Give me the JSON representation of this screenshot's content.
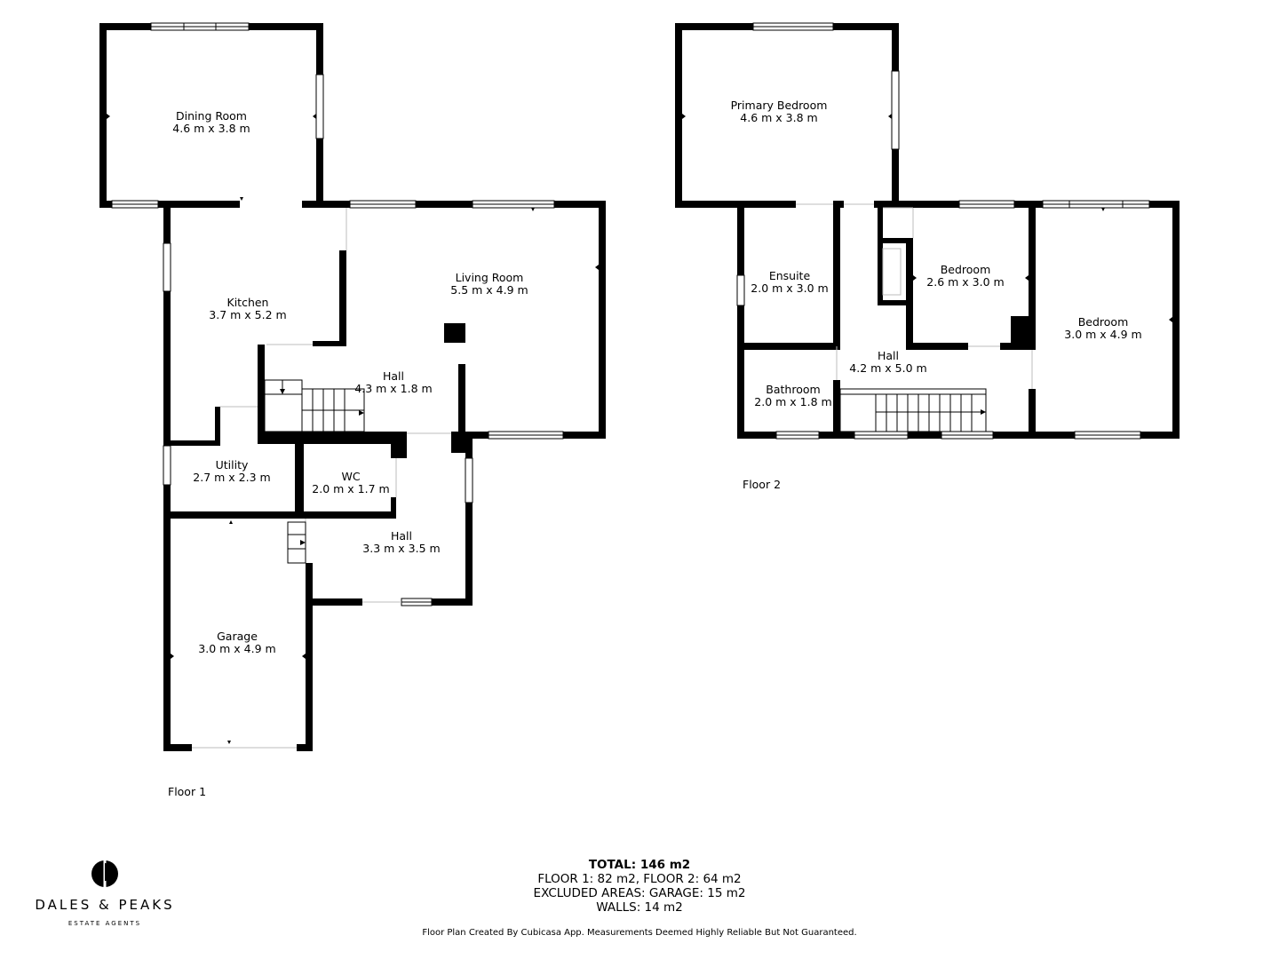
{
  "floors": [
    {
      "label": "Floor 1",
      "rooms": [
        {
          "name": "Dining Room",
          "size": "4.6 m x 3.8 m"
        },
        {
          "name": "Kitchen",
          "size": "3.7 m x 5.2 m"
        },
        {
          "name": "Living Room",
          "size": "5.5 m x 4.9 m"
        },
        {
          "name": "Hall",
          "size": "4.3 m x 1.8 m"
        },
        {
          "name": "Utility",
          "size": "2.7 m x 2.3 m"
        },
        {
          "name": "WC",
          "size": "2.0 m x 1.7 m"
        },
        {
          "name": "Hall",
          "size": "3.3 m x 3.5 m"
        },
        {
          "name": "Garage",
          "size": "3.0 m x 4.9 m"
        }
      ]
    },
    {
      "label": "Floor 2",
      "rooms": [
        {
          "name": "Primary Bedroom",
          "size": "4.6 m x 3.8 m"
        },
        {
          "name": "Ensuite",
          "size": "2.0 m x 3.0 m"
        },
        {
          "name": "Bedroom",
          "size": "2.6 m x 3.0 m"
        },
        {
          "name": "Bedroom",
          "size": "3.0 m x 4.9 m"
        },
        {
          "name": "Hall",
          "size": "4.2 m x 5.0 m"
        },
        {
          "name": "Bathroom",
          "size": "2.0 m x 1.8 m"
        }
      ]
    }
  ],
  "summary": {
    "total": "TOTAL: 146 m2",
    "floors": "FLOOR 1: 82 m2, FLOOR 2: 64 m2",
    "excluded": "EXCLUDED AREAS: GARAGE: 15 m2",
    "walls": "WALLS: 14 m2"
  },
  "footer_note": "Floor Plan Created By Cubicasa App. Measurements Deemed Highly Reliable But Not Guaranteed.",
  "brand": {
    "name": "DALES & PEAKS",
    "subtitle": "ESTATE AGENTS",
    "logo_icon": "dp-monogram-icon"
  },
  "colors": {
    "wall": "#000000",
    "background": "#ffffff"
  }
}
